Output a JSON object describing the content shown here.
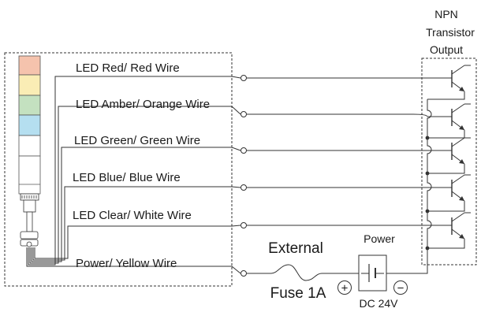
{
  "header": {
    "output_title": [
      "NPN",
      "Transistor",
      "Output"
    ]
  },
  "tower": {
    "segment_colors": [
      "#f5c3ad",
      "#faedb5",
      "#c4e1c0",
      "#b5dff0",
      "#ffffff"
    ]
  },
  "wires": [
    {
      "label": "LED Red/ Red Wire"
    },
    {
      "label": "LED Amber/ Orange Wire"
    },
    {
      "label": "LED Green/ Green Wire"
    },
    {
      "label": "LED Blue/ Blue Wire"
    },
    {
      "label": "LED Clear/ White Wire"
    },
    {
      "label": "Power/ Yellow Wire"
    }
  ],
  "power": {
    "external_label": "External",
    "fuse_label": "Fuse 1A",
    "supply_label": "Power",
    "voltage_label": "DC 24V",
    "plus_symbol": "+",
    "minus_symbol": "−"
  },
  "colors": {
    "line": "#333333",
    "text": "#1a1a1a"
  }
}
